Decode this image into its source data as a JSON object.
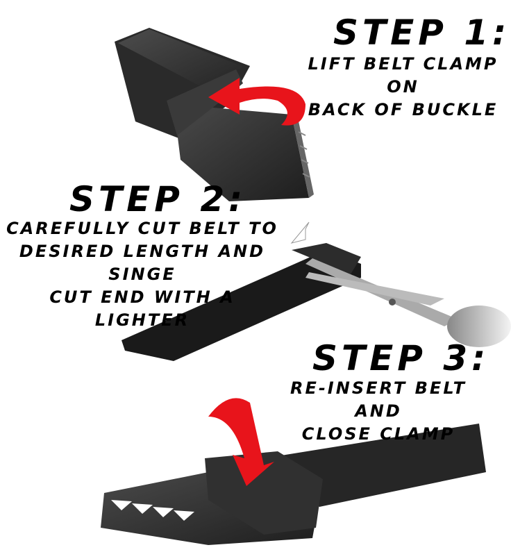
{
  "steps": [
    {
      "title": "STEP 1:",
      "line1": "LIFT BELT CLAMP ON",
      "line2": "BACK OF BUCKLE"
    },
    {
      "title": "STEP 2:",
      "line1": "CAREFULLY CUT BELT TO",
      "line2": "DESIRED LENGTH AND SINGE",
      "line3": "CUT END WITH A",
      "line4": "LIGHTER"
    },
    {
      "title": "STEP 3:",
      "line1": "RE-INSERT BELT AND",
      "line2": "CLOSE CLAMP"
    }
  ],
  "colors": {
    "arrow": "#e8141b",
    "belt": "#1c1c1c",
    "buckle": "#2e2e2e",
    "text": "#000000"
  }
}
